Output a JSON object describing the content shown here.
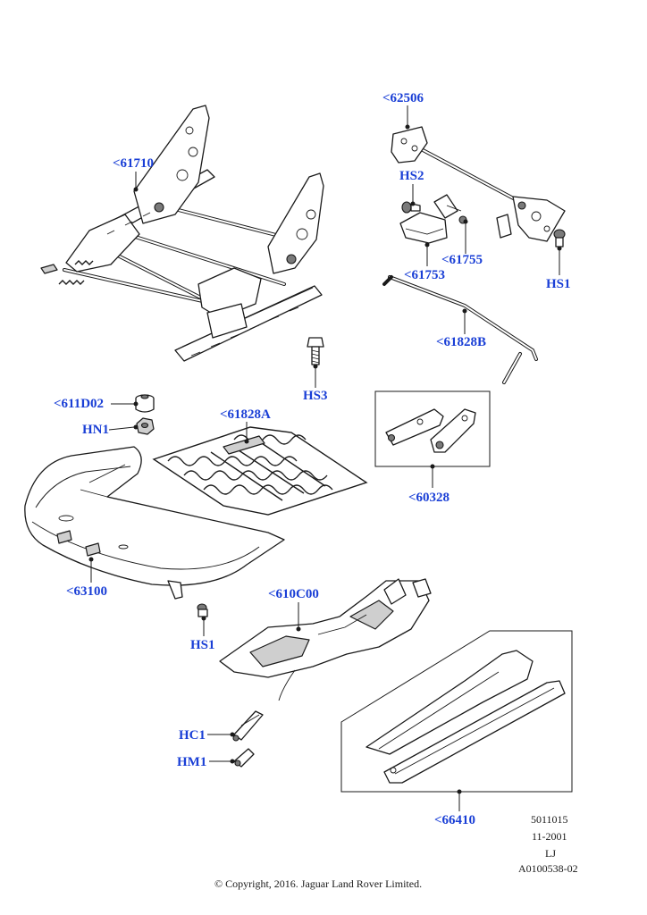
{
  "callouts": {
    "c62506": "<62506",
    "c61710": "<61710",
    "hs2": "HS2",
    "c61753": "<61753",
    "c61755": "<61755",
    "hs1_top": "HS1",
    "c61828b": "<61828B",
    "hs3": "HS3",
    "c611d02": "<611D02",
    "hn1": "HN1",
    "c61828a": "<61828A",
    "c60328": "<60328",
    "c63100": "<63100",
    "c610c00": "<610C00",
    "hs1_bottom": "HS1",
    "hc1": "HC1",
    "hm1": "HM1",
    "c66410": "<66410"
  },
  "meta": {
    "code": "5011015",
    "date": "11-2001",
    "initials": "LJ",
    "ref": "A0100538-02"
  },
  "copyright": "© Copyright, 2016. Jaguar Land Rover Limited.",
  "colors": {
    "callout": "#1a3fd6",
    "line": "#1a1a1a"
  }
}
